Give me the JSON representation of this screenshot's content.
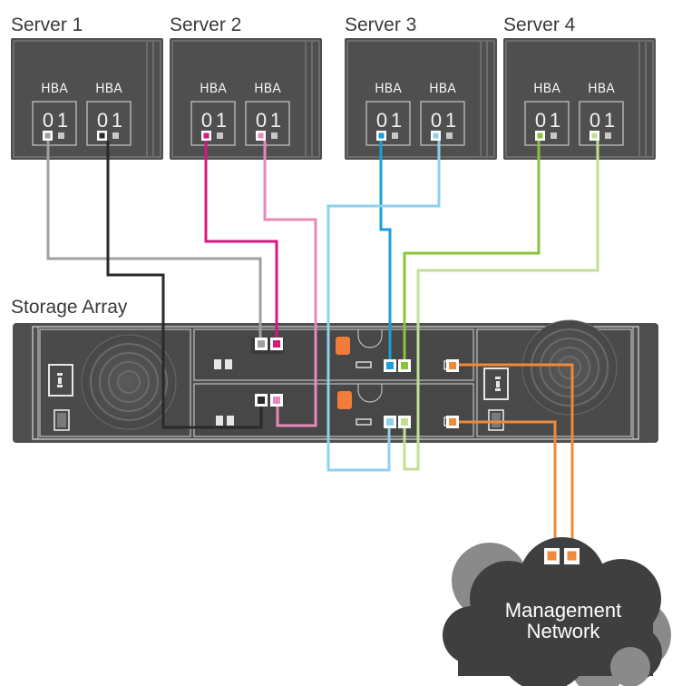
{
  "servers": [
    {
      "name": "Server 1",
      "hba_labels": [
        "HBA",
        "HBA"
      ],
      "port_labels": [
        "0",
        "1",
        "0",
        "1"
      ],
      "cable_colors": [
        "#a0a0a0",
        "#2a2a2a"
      ]
    },
    {
      "name": "Server 2",
      "hba_labels": [
        "HBA",
        "HBA"
      ],
      "port_labels": [
        "0",
        "1",
        "0",
        "1"
      ],
      "cable_colors": [
        "#d6197e",
        "#e888bb"
      ]
    },
    {
      "name": "Server 3",
      "hba_labels": [
        "HBA",
        "HBA"
      ],
      "port_labels": [
        "0",
        "1",
        "0",
        "1"
      ],
      "cable_colors": [
        "#1aa0d8",
        "#8fd0ee"
      ]
    },
    {
      "name": "Server 4",
      "hba_labels": [
        "HBA",
        "HBA"
      ],
      "port_labels": [
        "0",
        "1",
        "0",
        "1"
      ],
      "cable_colors": [
        "#8bc33f",
        "#c4df94"
      ]
    }
  ],
  "storage_array": {
    "label": "Storage Array"
  },
  "cloud": {
    "line1": "Management",
    "line2": "Network"
  },
  "colors": {
    "chassis": "#4f4f4f",
    "chassis_dark": "#3c3c3c",
    "management_cable": "#ee8a3a",
    "status_led": "#f07c3a",
    "cloud_dark": "#3f3f3f",
    "cloud_light": "#8a8a8a"
  },
  "icons": [
    "power-inlet-icon",
    "power-switch-icon",
    "fan-grille-icon",
    "ethernet-port-icon",
    "management-port-icon",
    "sas-port-icon",
    "status-led-icon"
  ]
}
